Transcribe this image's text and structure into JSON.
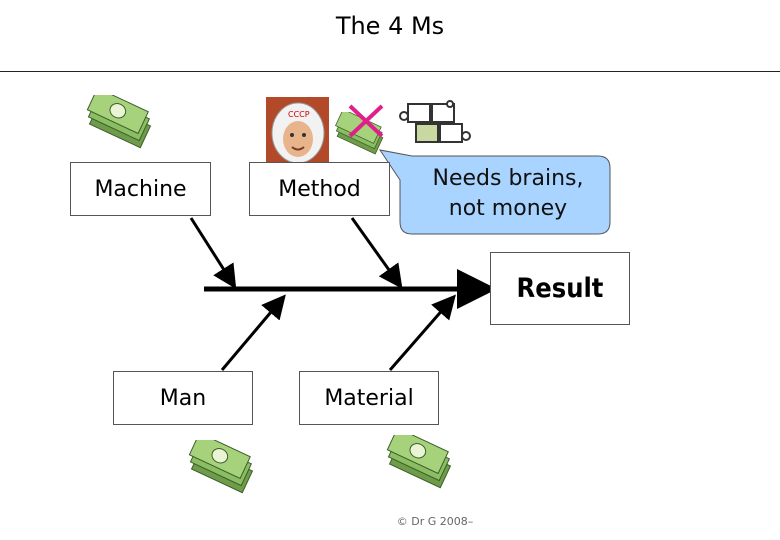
{
  "title": "The 4 Ms",
  "nodes": {
    "machine": "Machine",
    "method": "Method",
    "result": "Result",
    "man": "Man",
    "material": "Material"
  },
  "callout": {
    "line1": "Needs brains,",
    "line2": "not money"
  },
  "footer": "© Dr G 2008–",
  "icons": {
    "money": "money-stack-icon",
    "astronaut": "astronaut-icon",
    "cross": "red-cross-icon",
    "puzzle": "puzzle-pieces-icon"
  },
  "colors": {
    "callout_fill": "#a8d4ff",
    "cross": "#e0208a",
    "money": "#7fae5a"
  }
}
